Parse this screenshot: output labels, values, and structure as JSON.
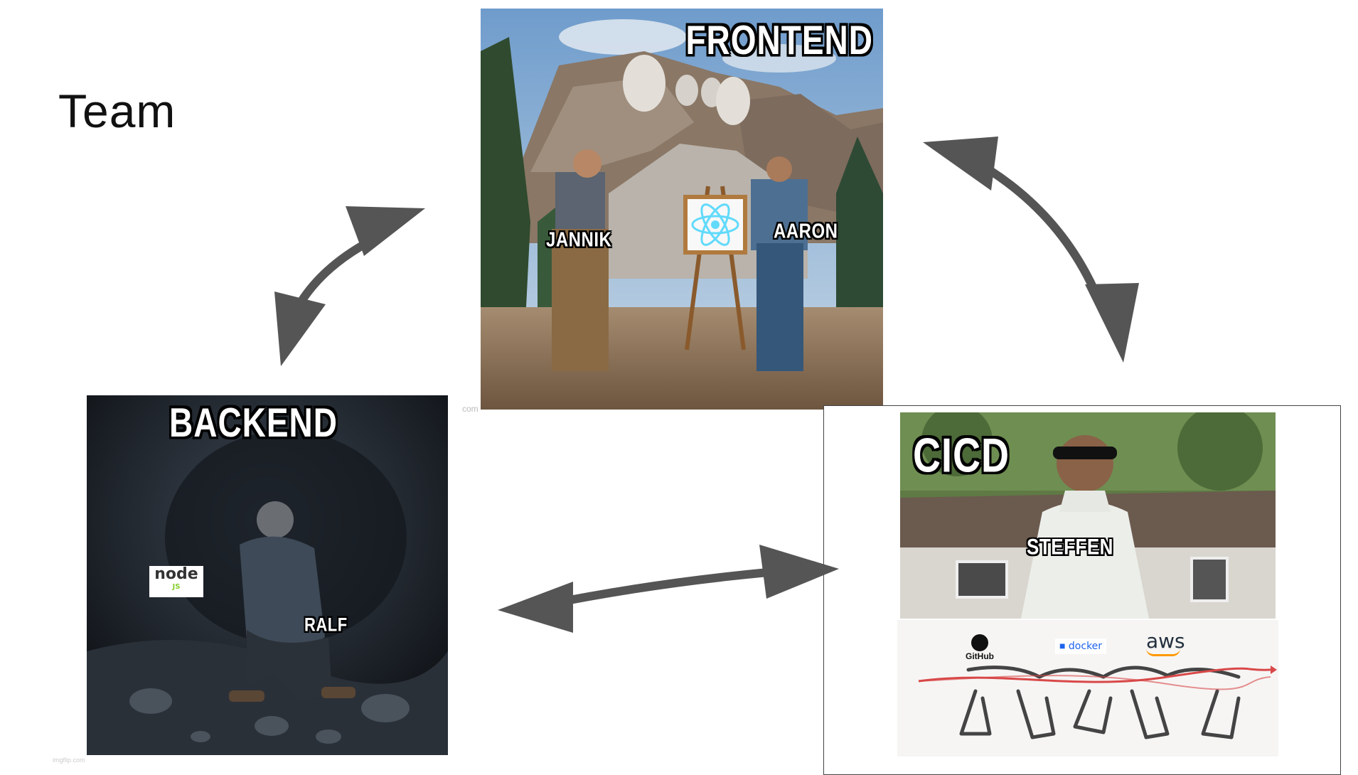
{
  "slide": {
    "title": "Team",
    "watermark": "com",
    "footer_mark": "imgflip.com"
  },
  "frontend": {
    "heading": "FRONTEND",
    "people": [
      "JANNIK",
      "AARON"
    ],
    "logo": "react-logo-icon"
  },
  "backend": {
    "heading": "BACKEND",
    "person": "RALF",
    "logo_text": "node",
    "logo_sub": "JS",
    "logo": "nodejs-logo-icon"
  },
  "cicd": {
    "heading": "CICD",
    "person": "STEFFEN",
    "tools": [
      "GitHub",
      "docker",
      "aws"
    ],
    "tool_icons": [
      "github-icon",
      "docker-icon",
      "aws-icon"
    ]
  },
  "colors": {
    "arrow": "#555555",
    "frontend_sky": "#8fb4d6",
    "backend_dark": "#1c2026",
    "cicd_border": "#444444",
    "react_blue": "#61dafb",
    "node_green": "#83cd29"
  }
}
